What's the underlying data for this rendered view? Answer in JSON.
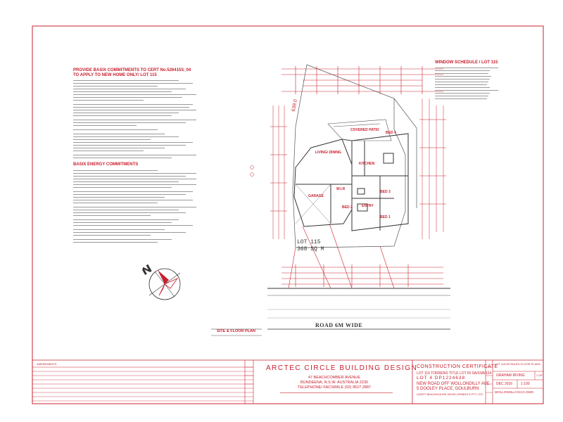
{
  "colors": {
    "drawing_red": "#c8202f",
    "linework": "#555555",
    "background": "#ffffff"
  },
  "basix_notes": {
    "heading_line1": "PROVIDE BASIX COMMITMENTS TO CERT No.526415S_04",
    "heading_line2": "TO APPLY TO NEW HOME ONLY/ LOT 115",
    "energy_heading": "BASIX ENERGY COMMITMENTS"
  },
  "window_schedule": {
    "title": "WINDOW SCHEDULE / LOT 115"
  },
  "site_plan": {
    "site_dimension": "639.0",
    "lot_line1": "LOT 115",
    "lot_line2": "368 SQ M",
    "road_label": "ROAD 6M WIDE",
    "plan_title": "SITE & FLOOR PLAN",
    "rooms": [
      {
        "name": "LIVING/ DINING"
      },
      {
        "name": "COVERED PATIO"
      },
      {
        "name": "BED 4"
      },
      {
        "name": "KITCHEN"
      },
      {
        "name": "GARAGE"
      },
      {
        "name": "W.I.R"
      },
      {
        "name": "BED 3"
      },
      {
        "name": "BED 2"
      },
      {
        "name": "ENTRY"
      },
      {
        "name": "BED 1"
      }
    ]
  },
  "title_block": {
    "amendments_label": "AMENDMENTS",
    "firm_name": "ARCTEC CIRCLE BUILDING DESIGN",
    "firm_address_line1": "47 BEACHCOMBER AVENUE",
    "firm_address_line2": "BUNDEENA, N.S.W. AUSTRALIA 2230",
    "firm_address_line3": "TELEPHONE/ FACSIMILE (02) 9527 2887",
    "cert_title": "CONSTRUCTION CERTIFICATE",
    "cert_line1": "LOT 115 TORRENS TITLE LOT IN SA/SSB/124",
    "cert_line2": "LOT 4 DP1224638",
    "cert_line3": "NEW ROAD OFF WOLLONDILLY AVE",
    "cert_line4": "5 DOOLEY PLACE, GOULBURN",
    "cert_line5": "OZERT BEACHHOUSE DEVELOPMENTS PTY LTD",
    "sheet_title": "LOT 115 DETAILED FLOOR PLANS",
    "drawn_by": "GRAHAM IRVING",
    "sheet_no": "1 OF",
    "date": "DEC 2016",
    "scale": "1:100",
    "drawing_no": "WOLLONDILLY21CC.DWG"
  }
}
